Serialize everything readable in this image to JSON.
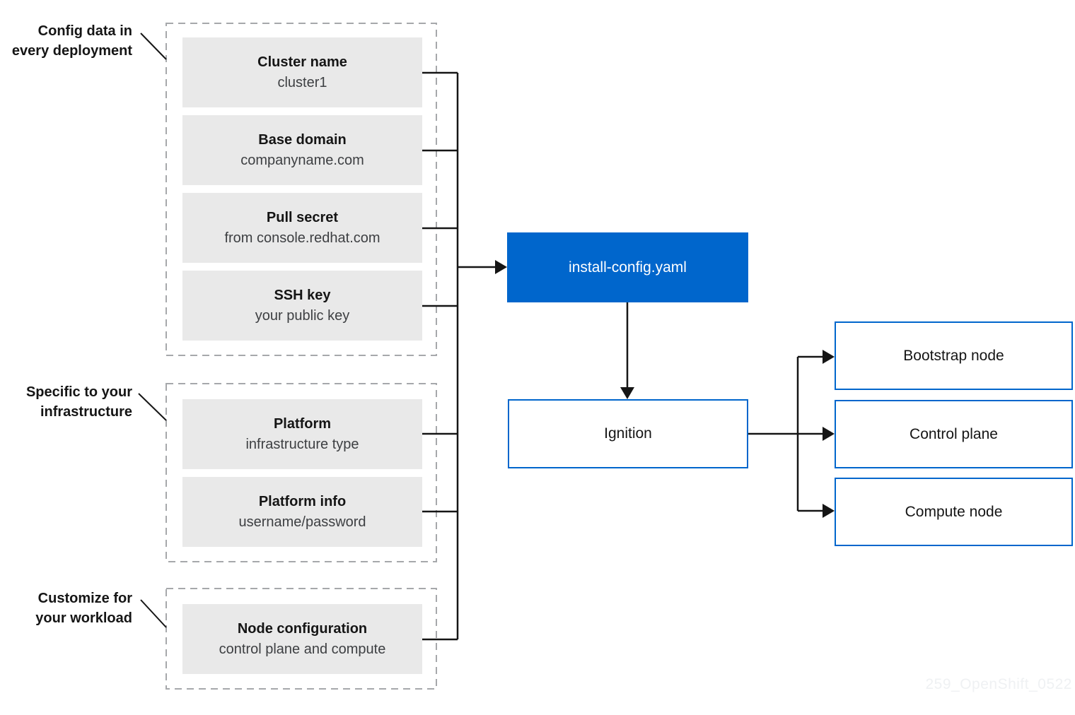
{
  "groups": [
    {
      "label": [
        "Config data in",
        "every deployment"
      ],
      "boxes": [
        {
          "title": "Cluster name",
          "subtitle": "cluster1"
        },
        {
          "title": "Base domain",
          "subtitle": "companyname.com"
        },
        {
          "title": "Pull secret",
          "subtitle": "from console.redhat.com"
        },
        {
          "title": "SSH key",
          "subtitle": "your public key"
        }
      ]
    },
    {
      "label": [
        "Specific to your",
        "infrastructure"
      ],
      "boxes": [
        {
          "title": "Platform",
          "subtitle": "infrastructure type"
        },
        {
          "title": "Platform info",
          "subtitle": "username/password"
        }
      ]
    },
    {
      "label": [
        "Customize for",
        "your workload"
      ],
      "boxes": [
        {
          "title": "Node configuration",
          "subtitle": "control plane and compute"
        }
      ]
    }
  ],
  "flow": {
    "install_config": "install-config.yaml",
    "ignition": "Ignition"
  },
  "outputs": [
    {
      "label": "Bootstrap node"
    },
    {
      "label": "Control plane"
    },
    {
      "label": "Compute node"
    }
  ],
  "watermark": "259_OpenShift_0522",
  "colors": {
    "accent_blue": "#0066cc",
    "box_gray": "#e9e9e9",
    "connector_black": "#151515",
    "dashed_border_gray": "#a6a8ab",
    "watermark_gray": "#eff1f3"
  }
}
